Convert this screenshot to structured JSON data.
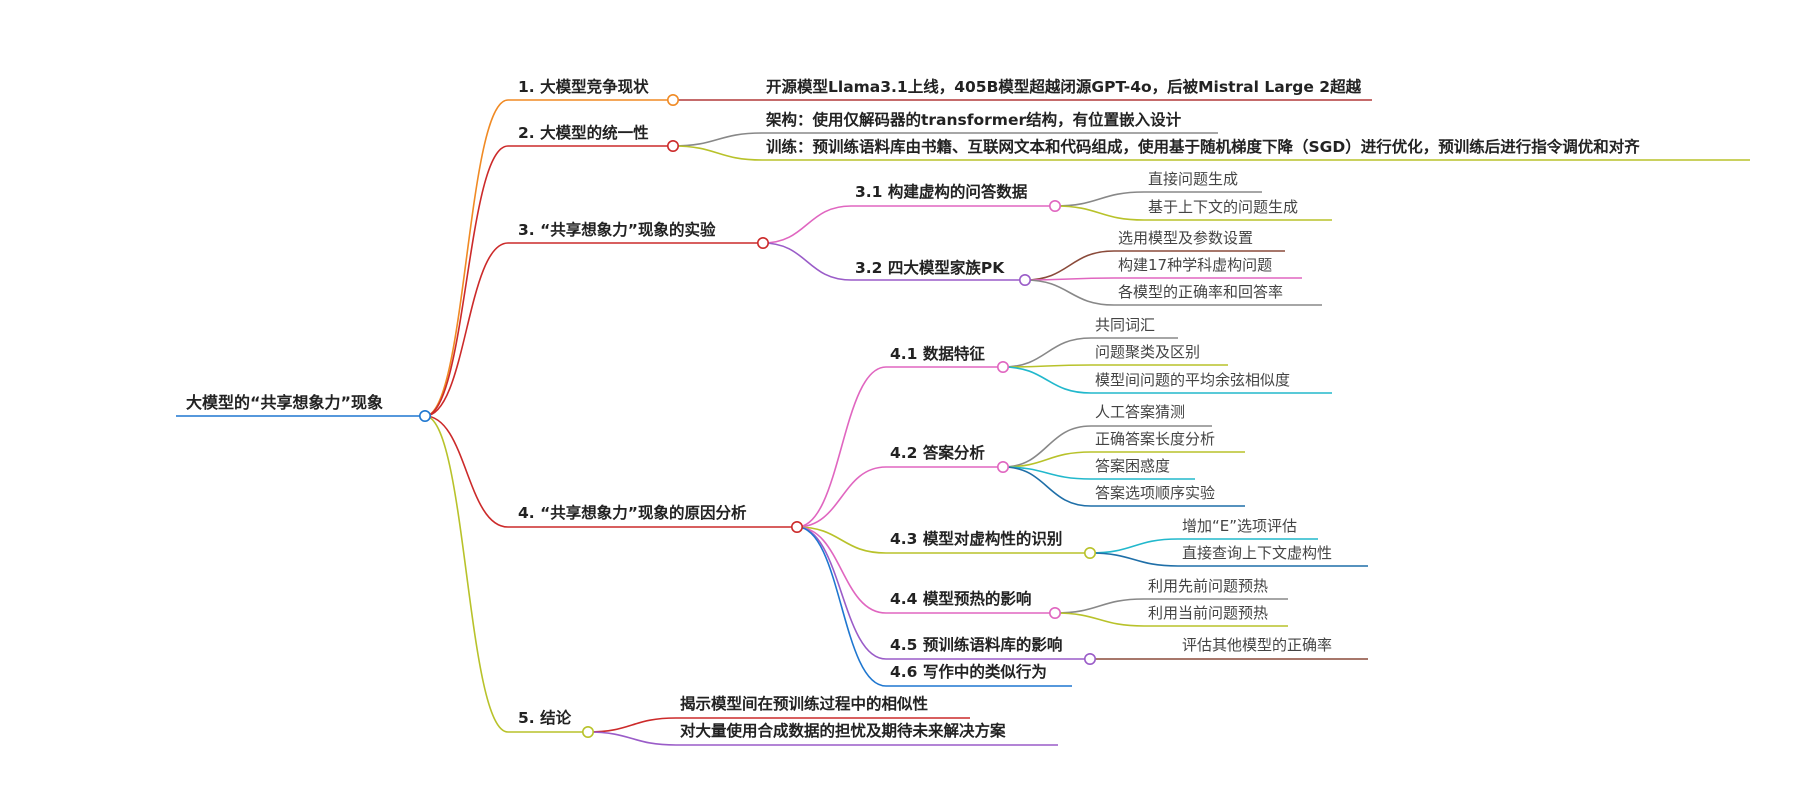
{
  "root": {
    "label": "大模型的“共享想象力”现象",
    "color": "#1f77d0"
  },
  "branches": [
    {
      "label": "1. 大模型竞争现状",
      "color": "#f08a24",
      "children": [
        {
          "label": "开源模型Llama3.1上线，405B模型超越闭源GPT-4o，后被Mistral Large 2超越",
          "color": "#b23a3a"
        }
      ]
    },
    {
      "label": "2. 大模型的统一性",
      "color": "#cc2a2a",
      "children": [
        {
          "label": "架构：使用仅解码器的transformer结构，有位置嵌入设计",
          "color": "#888888"
        },
        {
          "label": "训练：预训练语料库由书籍、互联网文本和代码组成，使用基于随机梯度下降（SGD）进行优化，预训练后进行指令调优和对齐",
          "color": "#b8c22a"
        }
      ]
    },
    {
      "label": "3. “共享想象力”现象的实验",
      "color": "#cc2a2a",
      "children": [
        {
          "label": "3.1 构建虚构的问答数据",
          "color": "#e066c0",
          "children": [
            {
              "label": "直接问题生成",
              "color": "#888888"
            },
            {
              "label": "基于上下文的问题生成",
              "color": "#b8c22a"
            }
          ]
        },
        {
          "label": "3.2 四大模型家族PK",
          "color": "#9a5cc8",
          "children": [
            {
              "label": "选用模型及参数设置",
              "color": "#8a4a3a"
            },
            {
              "label": "构建17种学科虚构问题",
              "color": "#e066c0"
            },
            {
              "label": "各模型的正确率和回答率",
              "color": "#888888"
            }
          ]
        }
      ]
    },
    {
      "label": "4. “共享想象力”现象的原因分析",
      "color": "#cc2a2a",
      "children": [
        {
          "label": "4.1 数据特征",
          "color": "#e066c0",
          "children": [
            {
              "label": "共同词汇",
              "color": "#888888"
            },
            {
              "label": "问题聚类及区别",
              "color": "#b8c22a"
            },
            {
              "label": "模型间问题的平均余弦相似度",
              "color": "#22b8cc"
            }
          ]
        },
        {
          "label": "4.2 答案分析",
          "color": "#e066c0",
          "children": [
            {
              "label": "人工答案猜测",
              "color": "#888888"
            },
            {
              "label": "正确答案长度分析",
              "color": "#b8c22a"
            },
            {
              "label": "答案困惑度",
              "color": "#22b8cc"
            },
            {
              "label": "答案选项顺序实验",
              "color": "#1f6fa8"
            }
          ]
        },
        {
          "label": "4.3 模型对虚构性的识别",
          "color": "#b8c22a",
          "children": [
            {
              "label": "增加“E”选项评估",
              "color": "#22b8cc"
            },
            {
              "label": "直接查询上下文虚构性",
              "color": "#1f6fa8"
            }
          ]
        },
        {
          "label": "4.4 模型预热的影响",
          "color": "#e066c0",
          "children": [
            {
              "label": "利用先前问题预热",
              "color": "#888888"
            },
            {
              "label": "利用当前问题预热",
              "color": "#b8c22a"
            }
          ]
        },
        {
          "label": "4.5 预训练语料库的影响",
          "color": "#9a5cc8",
          "children": [
            {
              "label": "评估其他模型的正确率",
              "color": "#8a4a3a"
            }
          ]
        },
        {
          "label": "4.6 写作中的类似行为",
          "color": "#1f77d0",
          "children": []
        }
      ]
    },
    {
      "label": "5. 结论",
      "color": "#b8c22a",
      "children": [
        {
          "label": "揭示模型间在预训练过程中的相似性",
          "color": "#cc2a2a"
        },
        {
          "label": "对大量使用合成数据的担忧及期待未来解决方案",
          "color": "#9a5cc8"
        }
      ]
    }
  ]
}
